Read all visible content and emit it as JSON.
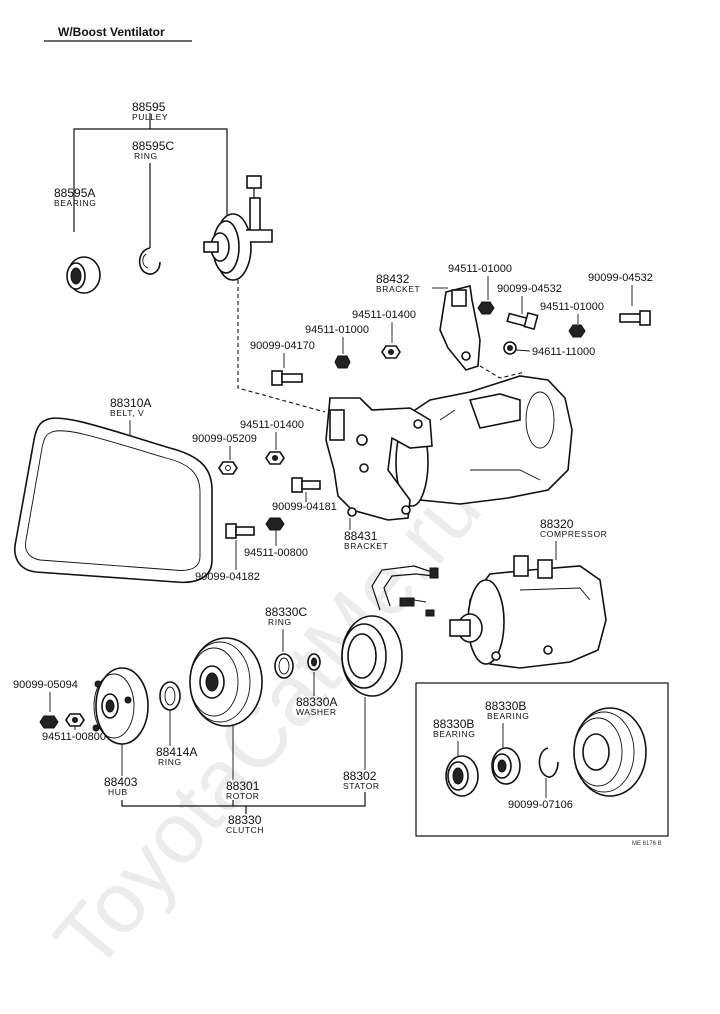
{
  "title": "W/Boost Ventilator",
  "watermark": "ToyotaCatMe.ru",
  "ref_code": "ME 6176 B",
  "labels": {
    "pulley": {
      "pn": "88595",
      "desc": "PULLEY"
    },
    "ring_88595c": {
      "pn": "88595C",
      "desc": "RING"
    },
    "bearing_88595a": {
      "pn": "88595A",
      "desc": "BEARING"
    },
    "bracket_88432": {
      "pn": "88432",
      "desc": "BRACKET"
    },
    "nut_94511_01000_a": {
      "pn": "94511-01000"
    },
    "bolt_90099_04532_a": {
      "pn": "90099-04532"
    },
    "bolt_90099_04532_b": {
      "pn": "90099-04532"
    },
    "nut_94511_01000_b": {
      "pn": "94511-01000"
    },
    "washer_94611_11000": {
      "pn": "94611-11000"
    },
    "nut_94511_01400_a": {
      "pn": "94511-01400"
    },
    "nut_94511_01000_c": {
      "pn": "94511-01000"
    },
    "bolt_90099_04170": {
      "pn": "90099-04170"
    },
    "belt": {
      "pn": "88310A",
      "desc": "BELT, V"
    },
    "nut_94511_01400_b": {
      "pn": "94511-01400"
    },
    "nut_90099_05209": {
      "pn": "90099-05209"
    },
    "bolt_90099_04181": {
      "pn": "90099-04181"
    },
    "bracket_88431": {
      "pn": "88431",
      "desc": "BRACKET"
    },
    "nut_94511_00800_a": {
      "pn": "94511-00800"
    },
    "bolt_90099_04182": {
      "pn": "90099-04182"
    },
    "compressor": {
      "pn": "88320",
      "desc": "COMPRESSOR"
    },
    "ring_88330c": {
      "pn": "88330C",
      "desc": "RING"
    },
    "washer_88330a": {
      "pn": "88330A",
      "desc": "WASHER"
    },
    "nut_90099_05094": {
      "pn": "90099-05094"
    },
    "nut_94511_00800_b": {
      "pn": "94511-00800"
    },
    "ring_88414a": {
      "pn": "88414A",
      "desc": "RING"
    },
    "hub": {
      "pn": "88403",
      "desc": "HUB"
    },
    "rotor": {
      "pn": "88301",
      "desc": "ROTOR"
    },
    "stator": {
      "pn": "88302",
      "desc": "STATOR"
    },
    "clutch": {
      "pn": "88330",
      "desc": "CLUTCH"
    },
    "bearing_88330b_a": {
      "pn": "88330B",
      "desc": "BEARING"
    },
    "bearing_88330b_b": {
      "pn": "88330B",
      "desc": "BEARING"
    },
    "ring_90099_07106": {
      "pn": "90099-07106"
    }
  }
}
